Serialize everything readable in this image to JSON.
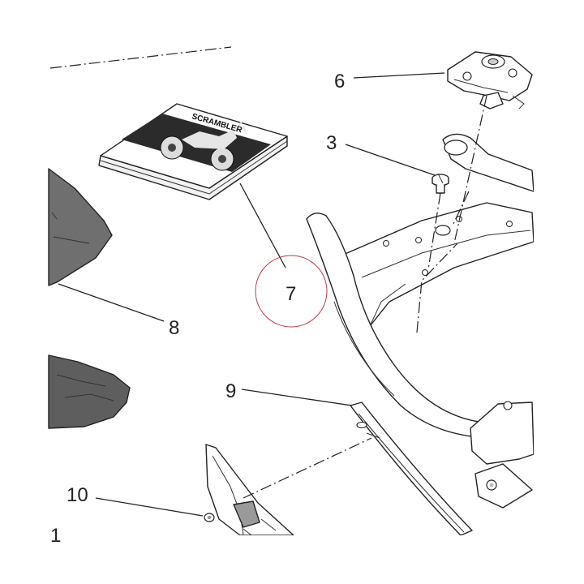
{
  "callouts": {
    "c1": "1",
    "c3": "3",
    "c6": "6",
    "c7": "7",
    "c8": "8",
    "c9": "9",
    "c10": "10"
  },
  "manual_cover_title": "SCRAMBLER",
  "highlight_color": "#c0394b"
}
